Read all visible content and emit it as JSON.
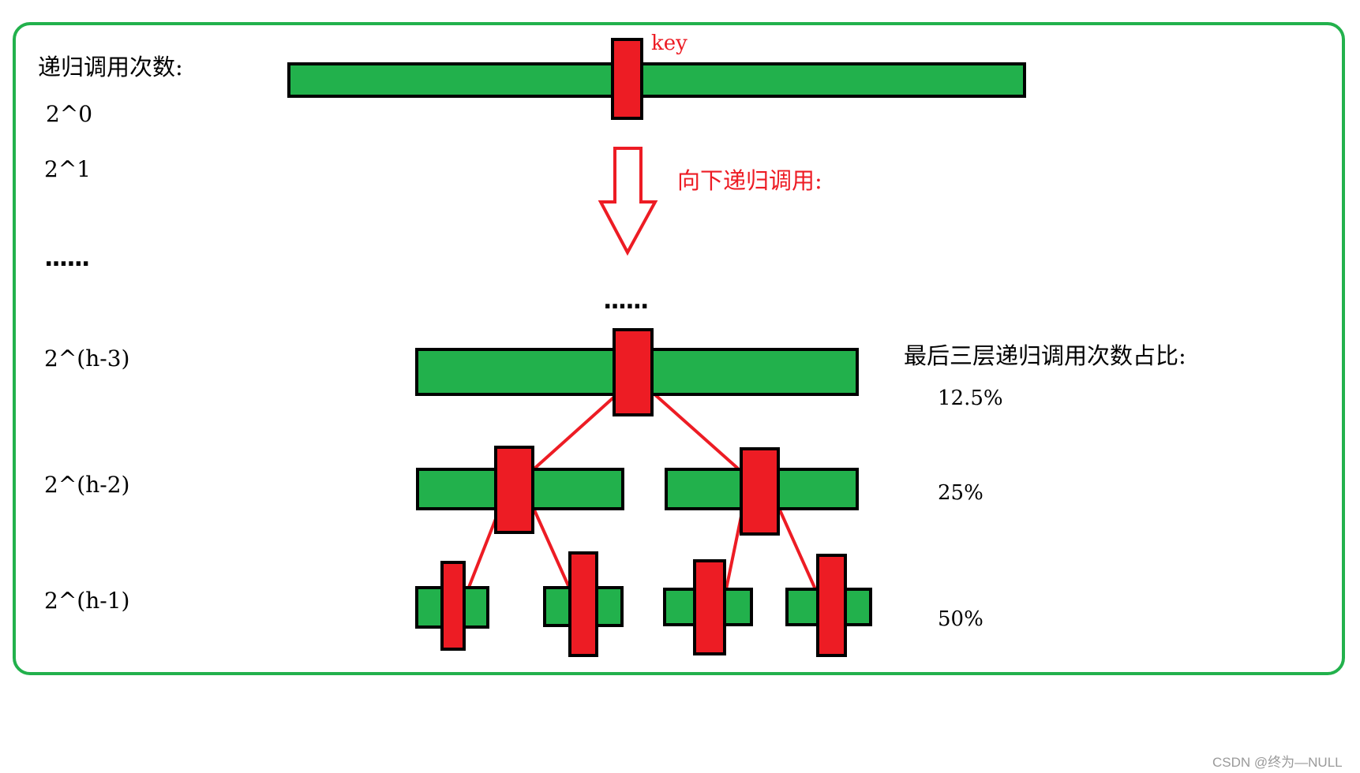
{
  "left_title": "递归调用次数:",
  "levels": [
    "2^0",
    "2^1",
    "......",
    "2^(h-3)",
    "2^(h-2)",
    "2^(h-1)"
  ],
  "key_label": "key",
  "recursion_label": "向下递归调用:",
  "ellipsis_mid": "......",
  "ratio_title": "最后三层递归调用次数占比:",
  "ratios": [
    "12.5%",
    "25%",
    "50%"
  ],
  "watermark": "CSDN @终为—NULL",
  "colors": {
    "frame": "#22b14c",
    "bar": "#22b14c",
    "key": "#ed1c24",
    "edge": "#ed1c24"
  }
}
